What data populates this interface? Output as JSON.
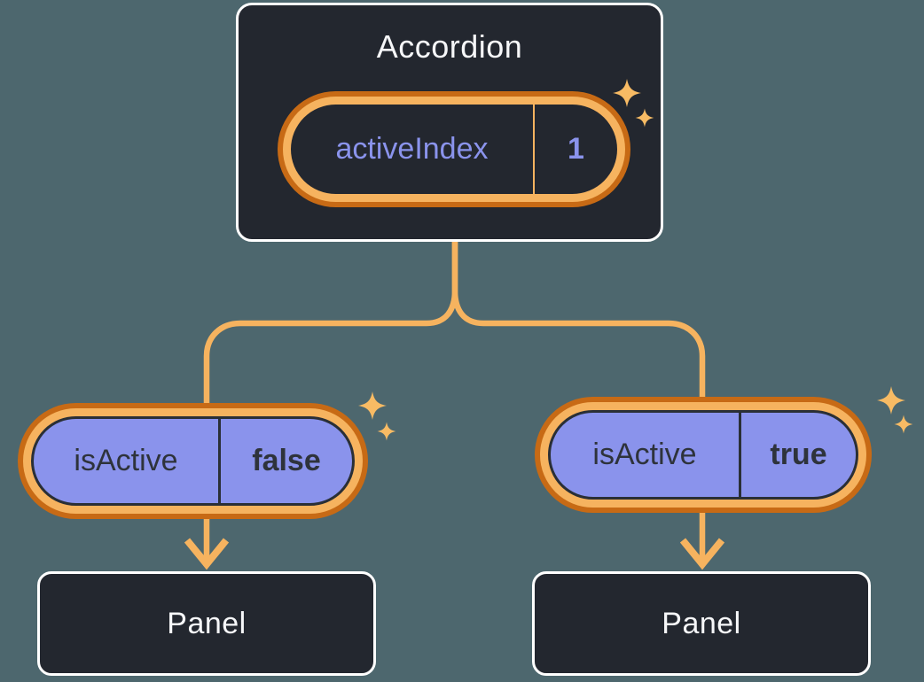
{
  "diagram": {
    "background_color": "#4D676E",
    "accordion": {
      "title": "Accordion",
      "state_pill": {
        "label": "activeIndex",
        "value": "1"
      }
    },
    "branches": [
      {
        "prop_pill": {
          "label": "isActive",
          "value": "false"
        },
        "panel": {
          "title": "Panel"
        }
      },
      {
        "prop_pill": {
          "label": "isActive",
          "value": "true"
        },
        "panel": {
          "title": "Panel"
        }
      }
    ],
    "icons": [
      "sparkle-icon"
    ],
    "colors": {
      "node_fill": "#23272F",
      "node_border": "#FFFFFF",
      "node_text": "#F6F7F9",
      "pill_ring_outer": "#C76A15",
      "pill_ring_inner": "#F6B35F",
      "pill_fill_purple": "#8A93EC",
      "pill_text_dark": "#2E333B",
      "pill_text_purple": "#8A93EC",
      "connector": "#F6B35F",
      "sparkle": "#F8BB64"
    }
  }
}
